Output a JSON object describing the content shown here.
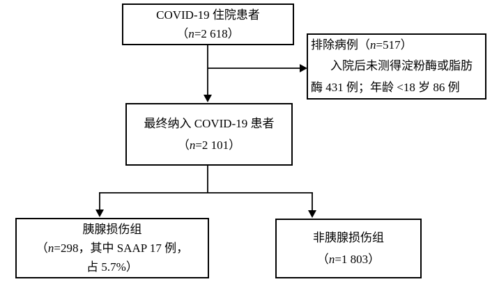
{
  "figure": {
    "background": "#ffffff",
    "line_color": "#000000",
    "text_color": "#000000"
  },
  "boxes": {
    "top": {
      "line1": "COVID-19 住院患者",
      "count_pre": "（",
      "count_n": "n",
      "count_post": "=2 618）"
    },
    "excluded": {
      "line1_pre": "排除病例（",
      "line1_n": "n",
      "line1_post": "=517）",
      "line2": "入院后未测得淀粉酶或脂肪",
      "line3": "酶 431 例；年龄 <18 岁 86 例"
    },
    "final": {
      "line1": "最终纳入 COVID-19 患者",
      "count_pre": "（",
      "count_n": "n",
      "count_post": "=2 101）"
    },
    "pancreatic_injury": {
      "line1": "胰腺损伤组",
      "line2_pre": "（",
      "line2_n": "n",
      "line2_post": "=298，其中 SAAP 17 例，",
      "line3": "占 5.7%）"
    },
    "non_pancreatic_injury": {
      "line1": "非胰腺损伤组",
      "count_pre": "（",
      "count_n": "n",
      "count_post": "=1 803）"
    }
  }
}
